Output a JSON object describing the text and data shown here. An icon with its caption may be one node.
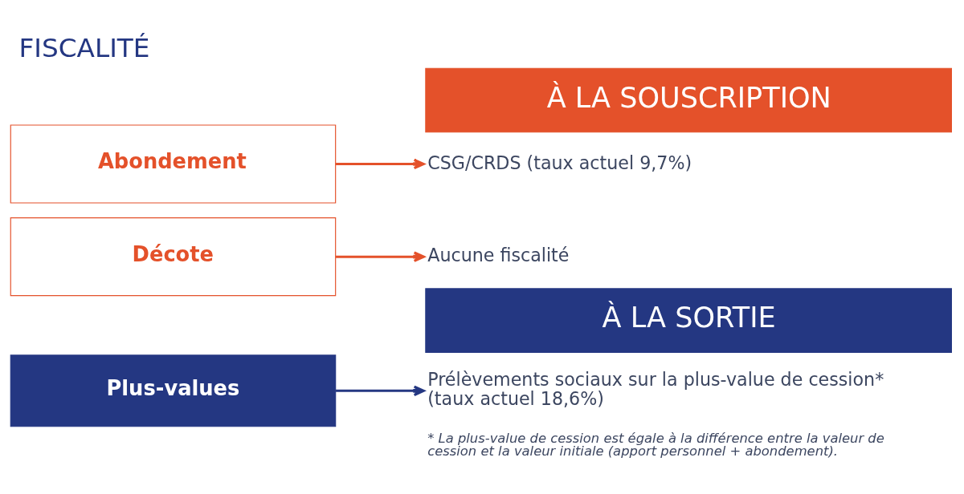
{
  "diagram": {
    "title": "FISCALITÉ",
    "nodes": [
      {
        "text": [
          "À LA SOUSCRIPTION"
        ]
      },
      {
        "text": [
          "Abondement"
        ]
      },
      {
        "text": [
          "CSG/CRDS (taux actuel 9,7%)"
        ]
      },
      {
        "text": [
          "Décote"
        ]
      },
      {
        "text": [
          "Aucune fiscalité"
        ]
      },
      {
        "text": [
          "À LA SORTIE"
        ]
      },
      {
        "text": [
          "Plus-values"
        ]
      },
      {
        "text": [
          "Prélèvements sociaux sur la plus-value de cession* (taux actuel 18,6%)"
        ]
      }
    ],
    "edges": [
      {
        "from": 1,
        "to": 2,
        "arrow": "to"
      },
      {
        "from": 3,
        "to": 4,
        "arrow": "to"
      },
      {
        "from": 6,
        "to": 7,
        "arrow": "to",
        "color": "#243782"
      }
    ],
    "labels": [
      "* La plus-value de cession est égale à la différence entre la valeur de cession et la valeur initiale (apport personnel + abondement)."
    ]
  }
}
